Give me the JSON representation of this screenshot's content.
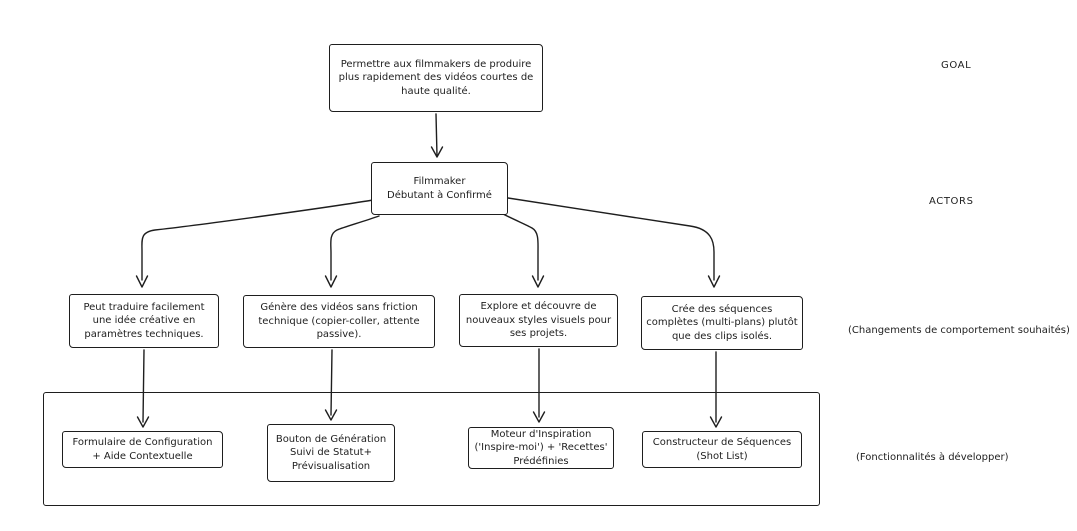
{
  "colors": {
    "stroke": "#1e1e1e",
    "background": "#ffffff"
  },
  "goal": {
    "text": "Permettre aux filmmakers de produire plus rapidement des vidéos courtes de haute qualité.",
    "side_label": "GOAL"
  },
  "actor": {
    "text": "Filmmaker\nDébutant à Confirmé",
    "side_label": "ACTORS"
  },
  "behaviors": {
    "side_label": "(Changements de comportement souhaités)",
    "items": [
      {
        "text": "Peut traduire facilement une idée créative en paramètres techniques."
      },
      {
        "text": "Génère des vidéos sans friction technique (copier-coller, attente passive)."
      },
      {
        "text": "Explore et découvre de nouveaux styles visuels pour ses projets."
      },
      {
        "text": "Crée des séquences complètes (multi-plans) plutôt que des clips isolés."
      }
    ]
  },
  "features": {
    "side_label": "(Fonctionnalités à développer)",
    "items": [
      {
        "text": "Formulaire de Configuration + Aide Contextuelle"
      },
      {
        "text": "Bouton de Génération Suivi de Statut+ Prévisualisation"
      },
      {
        "text": "Moteur d'Inspiration ('Inspire-moi') + 'Recettes' Prédéfinies"
      },
      {
        "text": "Constructeur de Séquences (Shot List)"
      }
    ]
  }
}
